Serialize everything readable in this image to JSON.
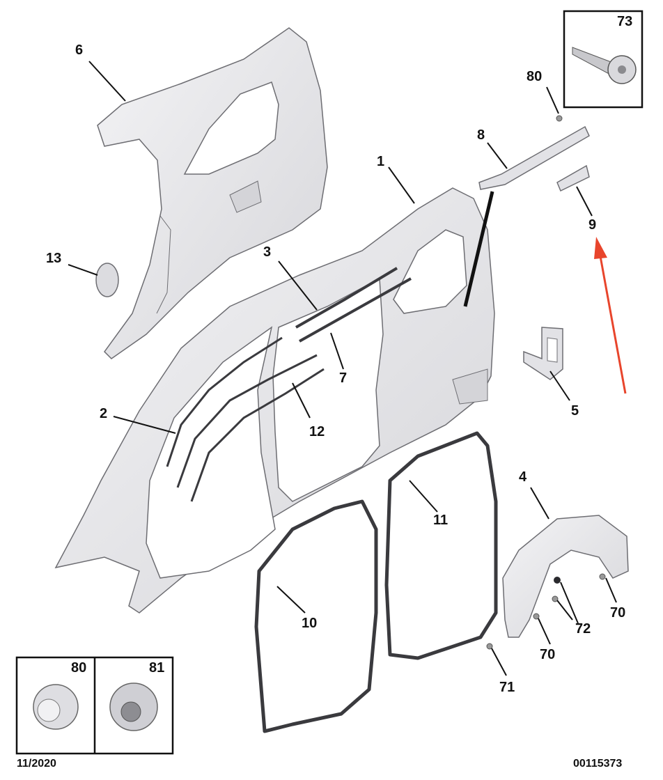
{
  "callouts": {
    "c1": "1",
    "c2": "2",
    "c3": "3",
    "c4": "4",
    "c5": "5",
    "c6": "6",
    "c7": "7",
    "c8": "8",
    "c9": "9",
    "c10": "10",
    "c11": "11",
    "c12": "12",
    "c13": "13",
    "c70a": "70",
    "c70b": "70",
    "c71": "71",
    "c72": "72",
    "c80": "80"
  },
  "insets": {
    "top_right": "73",
    "bottom_left_a": "80",
    "bottom_left_b": "81"
  },
  "footer": {
    "date": "11/2020",
    "reference": "00115373"
  },
  "colors": {
    "panel": "#e9e9eb",
    "panel_shade": "#d4d4d8",
    "outline": "#6d6d72",
    "seal": "#3a3a3e",
    "arrow": "#e8452c"
  }
}
